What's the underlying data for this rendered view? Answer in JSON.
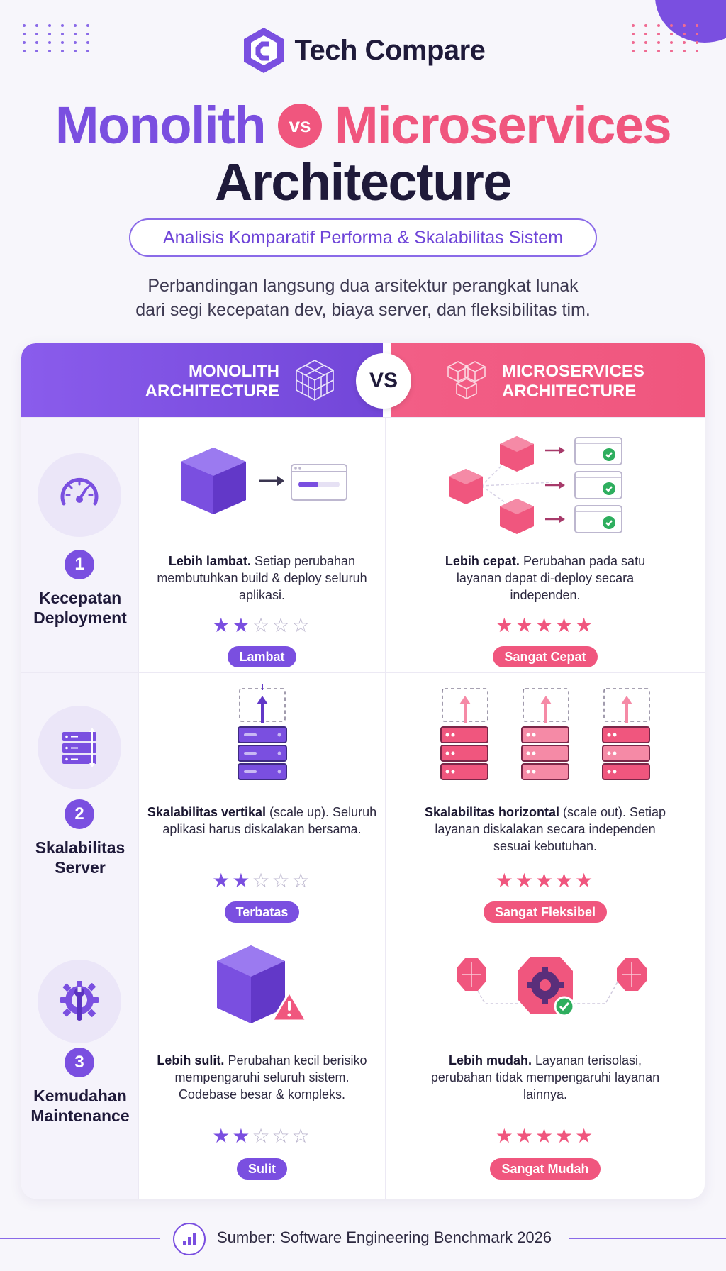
{
  "brand": {
    "name": "Tech Compare"
  },
  "title": {
    "left": "Monolith",
    "vs": "vs",
    "right": "Microservices",
    "line2": "Architecture"
  },
  "subtitle": "Analisis Komparatif Performa & Skalabilitas Sistem",
  "intro": {
    "line1": "Perbandingan langsung dua arsitektur perangkat lunak",
    "line2": "dari segi kecepatan dev, biaya server, dan fleksibilitas tim."
  },
  "columns": {
    "monolith": {
      "line1": "MONOLITH",
      "line2": "ARCHITECTURE"
    },
    "vs": "VS",
    "microservices": {
      "line1": "MICROSERVICES",
      "line2": "ARCHITECTURE"
    }
  },
  "rows": [
    {
      "number": "1",
      "name_line1": "Kecepatan",
      "name_line2": "Deployment",
      "icon": "speedometer-icon",
      "monolith": {
        "bold": "Lebih lambat.",
        "text": " Setiap perubahan membutuhkan build & deploy seluruh aplikasi.",
        "rating": 2,
        "badge": "Lambat"
      },
      "microservices": {
        "bold": "Lebih cepat.",
        "text": " Perubahan pada satu layanan dapat di-deploy secara independen.",
        "rating": 5,
        "badge": "Sangat Cepat"
      }
    },
    {
      "number": "2",
      "name_line1": "Skalabilitas",
      "name_line2": "Server",
      "icon": "server-scale-icon",
      "monolith": {
        "bold": "Skalabilitas vertikal",
        "text": " (scale up). Seluruh aplikasi harus diskalakan bersama.",
        "rating": 2,
        "badge": "Terbatas"
      },
      "microservices": {
        "bold": "Skalabilitas horizontal",
        "text": " (scale out). Setiap layanan diskalakan secara independen sesuai kebutuhan.",
        "rating": 5,
        "badge": "Sangat Fleksibel"
      }
    },
    {
      "number": "3",
      "name_line1": "Kemudahan",
      "name_line2": "Maintenance",
      "icon": "wrench-gear-icon",
      "monolith": {
        "bold": "Lebih sulit.",
        "text": " Perubahan kecil berisiko mempengaruhi seluruh sistem. Codebase besar & kompleks.",
        "rating": 2,
        "badge": "Sulit"
      },
      "microservices": {
        "bold": "Lebih mudah.",
        "text": " Layanan terisolasi, perubahan tidak mempengaruhi layanan lainnya.",
        "rating": 5,
        "badge": "Sangat Mudah"
      }
    }
  ],
  "footer": {
    "source": "Sumber: Software Engineering Benchmark 2026"
  },
  "colors": {
    "purple": "#7a4fe0",
    "pink": "#f0567e",
    "dark": "#1f1a3a"
  }
}
